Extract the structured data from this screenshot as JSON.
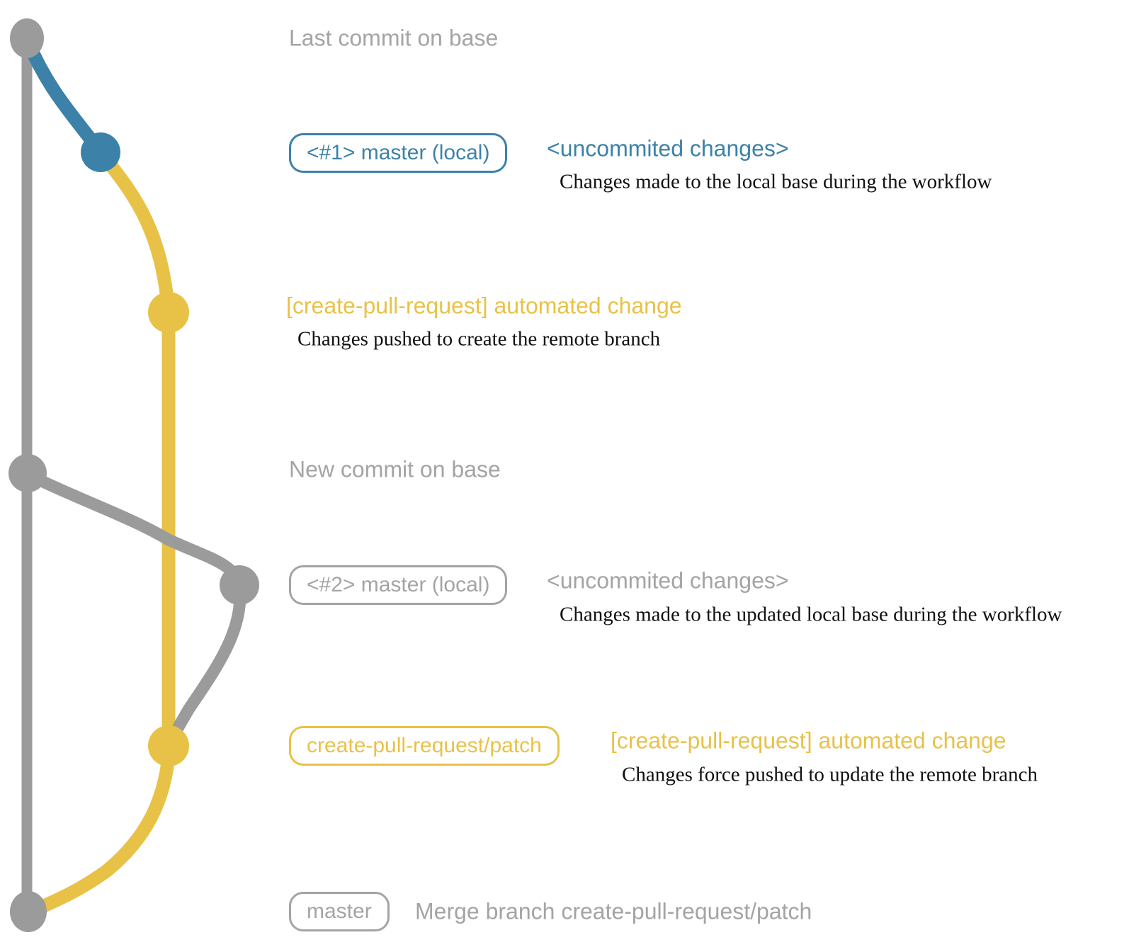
{
  "colors": {
    "gray": "#9b9b9b",
    "gray_text": "#a4a4a4",
    "blue": "#3c82a8",
    "yellow": "#e8c247",
    "ink": "#111111"
  },
  "rows": [
    {
      "id": "last-commit-on-base",
      "label": "Last commit on base"
    },
    {
      "id": "local-commit-1",
      "badge": "<#1> master (local)",
      "note": "<uncommited changes>",
      "detail": "Changes made to the local base during the workflow"
    },
    {
      "id": "push-1",
      "note": "[create-pull-request] automated change",
      "detail": "Changes pushed to create the remote branch"
    },
    {
      "id": "new-commit-on-base",
      "label": "New commit on base"
    },
    {
      "id": "local-commit-2",
      "badge": "<#2> master (local)",
      "note": "<uncommited changes>",
      "detail": "Changes made to the updated local base during the workflow"
    },
    {
      "id": "push-2",
      "badge": "create-pull-request/patch",
      "note": "[create-pull-request] automated change",
      "detail": "Changes force pushed to update the remote branch"
    },
    {
      "id": "merge",
      "badge": "master",
      "label": "Merge branch create-pull-request/patch"
    }
  ]
}
